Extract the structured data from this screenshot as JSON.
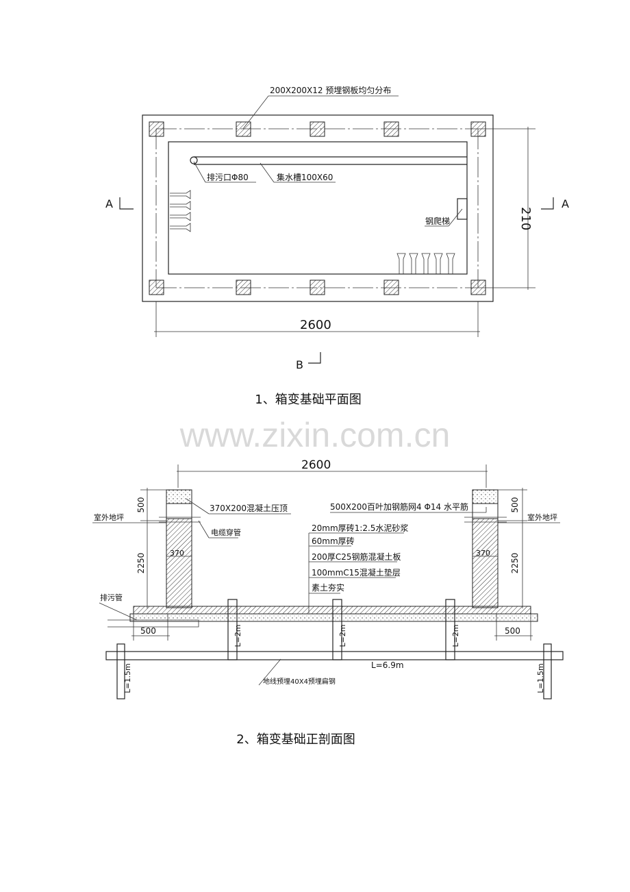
{
  "plan": {
    "plate_label": "200X200X12 预埋钢板均匀分布",
    "drain_label": "排污口Φ80",
    "channel_label": "集水槽100X60",
    "ladder_label": "钢爬梯",
    "dim_height": "210",
    "dim_width": "2600",
    "section_a_left": "A",
    "section_a_right": "A",
    "section_b": "B",
    "caption": "1、箱变基础平面图"
  },
  "watermark": "www.zixin.com.cn",
  "section": {
    "dim_width": "2600",
    "cap_label": "370X200混凝土压顶",
    "cable_label": "电缆穿管",
    "rebar_label": "500X200百叶加钢筋网4 Φ14 水平筋",
    "ground_left": "室外地坪",
    "ground_right": "室外地坪",
    "dim_500_left": "500",
    "dim_2250_left": "2250",
    "dim_500_right": "500",
    "dim_2250_right": "2250",
    "wall_left": "370",
    "wall_right": "370",
    "layers": [
      "20mm厚砖1:2.5水泥砂浆",
      "60mm厚砖",
      "200厚C25钢筋混凝土板",
      "100mmC15混凝土垫层",
      "素土夯实"
    ],
    "drain_pipe": "排污管",
    "foot_left": "500",
    "foot_right": "500",
    "stake_1": "L=2m",
    "stake_2": "L=2m",
    "stake_3": "L=2m",
    "bar_length": "L=6.9m",
    "end_left": "L=1.5m",
    "end_right": "L=1.5m",
    "ground_steel": "地线预埋40X4预埋扁钢",
    "caption": "2、箱变基础正剖面图"
  }
}
